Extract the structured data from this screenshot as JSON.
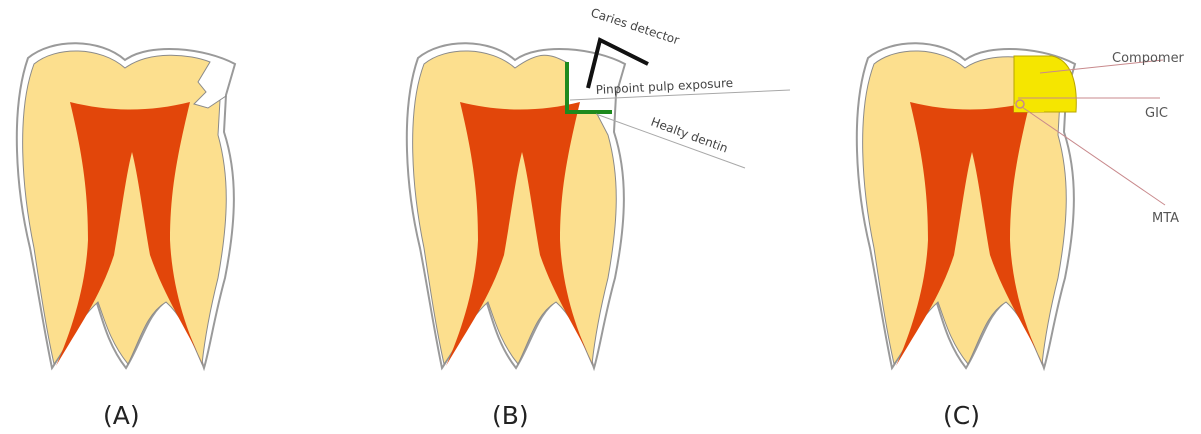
{
  "colors": {
    "dentin": "#FCDF8E",
    "pulp": "#E2460A",
    "enamel_outline": "#9a9a9a",
    "caries_detector": "#111111",
    "excavation_line": "#1E8A1E",
    "compomer": "#F5E600",
    "leader_line": "#C8898C",
    "callout_line": "#A8A8A8"
  },
  "panels": [
    {
      "id": "A",
      "label": "(A)"
    },
    {
      "id": "B",
      "label": "(B)",
      "annotations": {
        "caries_detector": "Caries detector",
        "pinpoint": "Pinpoint pulp exposure",
        "healty_dentin": "Healty dentin"
      }
    },
    {
      "id": "C",
      "label": "(C)",
      "annotations": {
        "compomer": "Compomer",
        "gic": "GIC",
        "mta": "MTA"
      }
    }
  ]
}
